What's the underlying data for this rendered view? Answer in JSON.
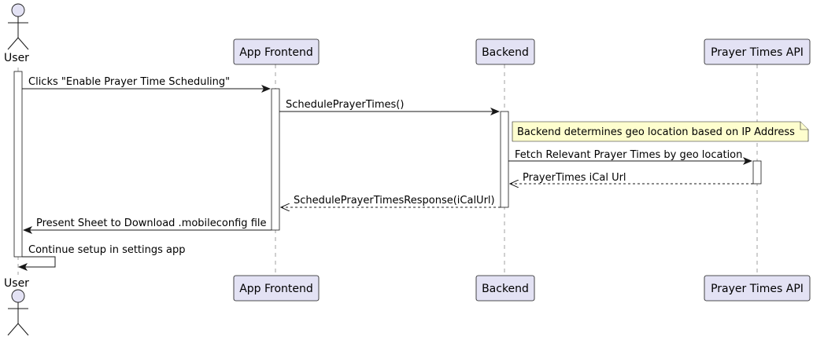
{
  "participants": {
    "user": "User",
    "app_frontend": "App Frontend",
    "backend": "Backend",
    "prayer_api": "Prayer Times API"
  },
  "messages": [
    "Clicks \"Enable Prayer Time Scheduling\"",
    "SchedulePrayerTimes()",
    "Fetch Relevant Prayer Times by geo location",
    "PrayerTimes iCal Url",
    "SchedulePrayerTimesResponse(iCalUrl)",
    "Present Sheet to Download .mobileconfig file",
    "Continue setup in settings app"
  ],
  "note": "Backend determines geo location based on IP Address"
}
